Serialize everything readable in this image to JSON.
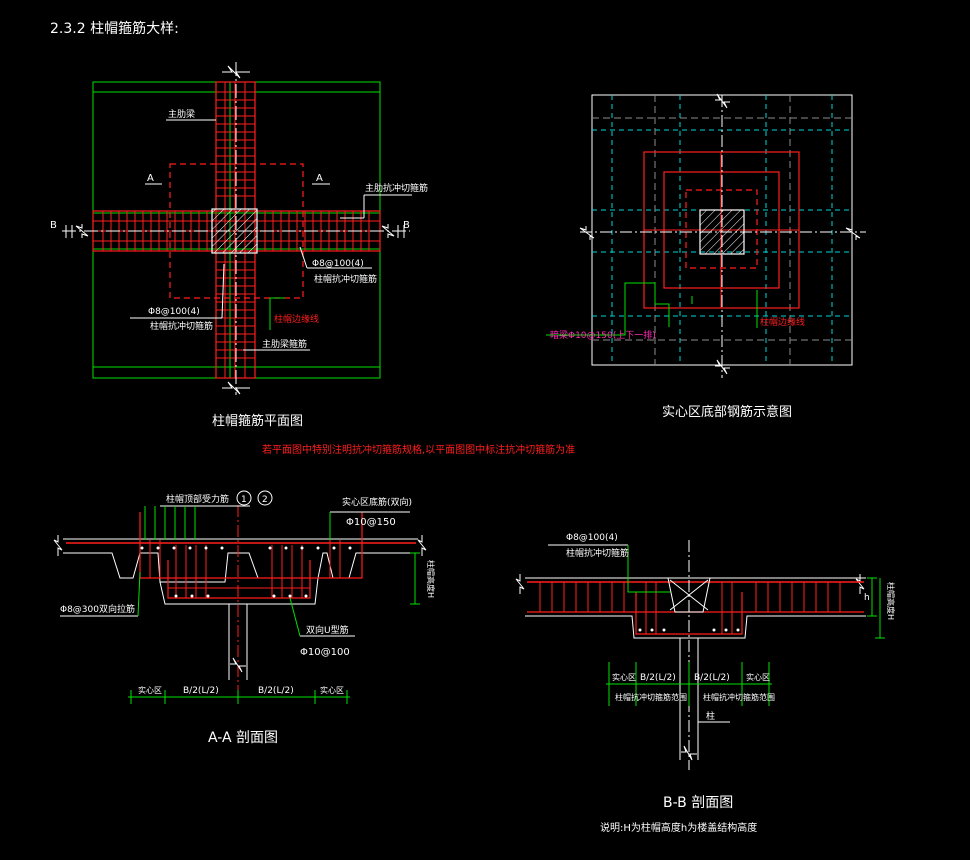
{
  "header": {
    "section_title": "2.3.2 柱帽箍筋大样:"
  },
  "colors": {
    "red": "#ff1e1e",
    "green": "#00e000",
    "white": "#ffffff",
    "cyan": "#00d6d6",
    "gray": "#8c8c8c",
    "magenta": "#ff2db4"
  },
  "plan_view": {
    "caption": "柱帽箍筋平面图",
    "main_beam": "主肋梁",
    "section_a": "A",
    "section_b": "B",
    "main_beam_shear": "主肋抗冲切箍筋",
    "stirrup_spec": "Φ8@100(4)",
    "cap_shear": "柱帽抗冲切箍筋",
    "cap_edge_line": "柱帽边缘线",
    "main_beam_stirrup": "主肋梁箍筋"
  },
  "solid_view": {
    "caption": "实心区底部钢筋示意图",
    "rebar_note": "暗梁Φ10@150(上下一排)",
    "cap_edge_line": "柱帽边缘线"
  },
  "note_red": "若平面图中特别注明抗冲切箍筋规格,以平面图图中标注抗冲切箍筋为准",
  "section_aa": {
    "caption": "A-A 剖面图",
    "top_rebar": "柱帽顶部受力筋",
    "circle_1": "1",
    "circle_2": "2",
    "solid_bottom": "实心区底筋(双向)",
    "solid_bottom_spec": "Φ10@150",
    "tie": "Φ8@300双向拉筋",
    "mesh": "双向U型筋",
    "mesh_spec": "Φ10@100",
    "height": "柱帽高度H",
    "dim_solid": "实心区",
    "dim_half": "B/2(L/2)"
  },
  "section_bb": {
    "caption": "B-B 剖面图",
    "stirrup_spec": "Φ8@100(4)",
    "cap_shear": "柱帽抗冲切箍筋",
    "height": "柱帽高度H",
    "h_label": "h",
    "dim_solid": "实心区",
    "dim_half": "B/2(L/2)",
    "range_label": "柱帽抗冲切箍筋范围",
    "column": "柱",
    "note": "说明:H为柱帽高度h为楼盖结构高度"
  }
}
